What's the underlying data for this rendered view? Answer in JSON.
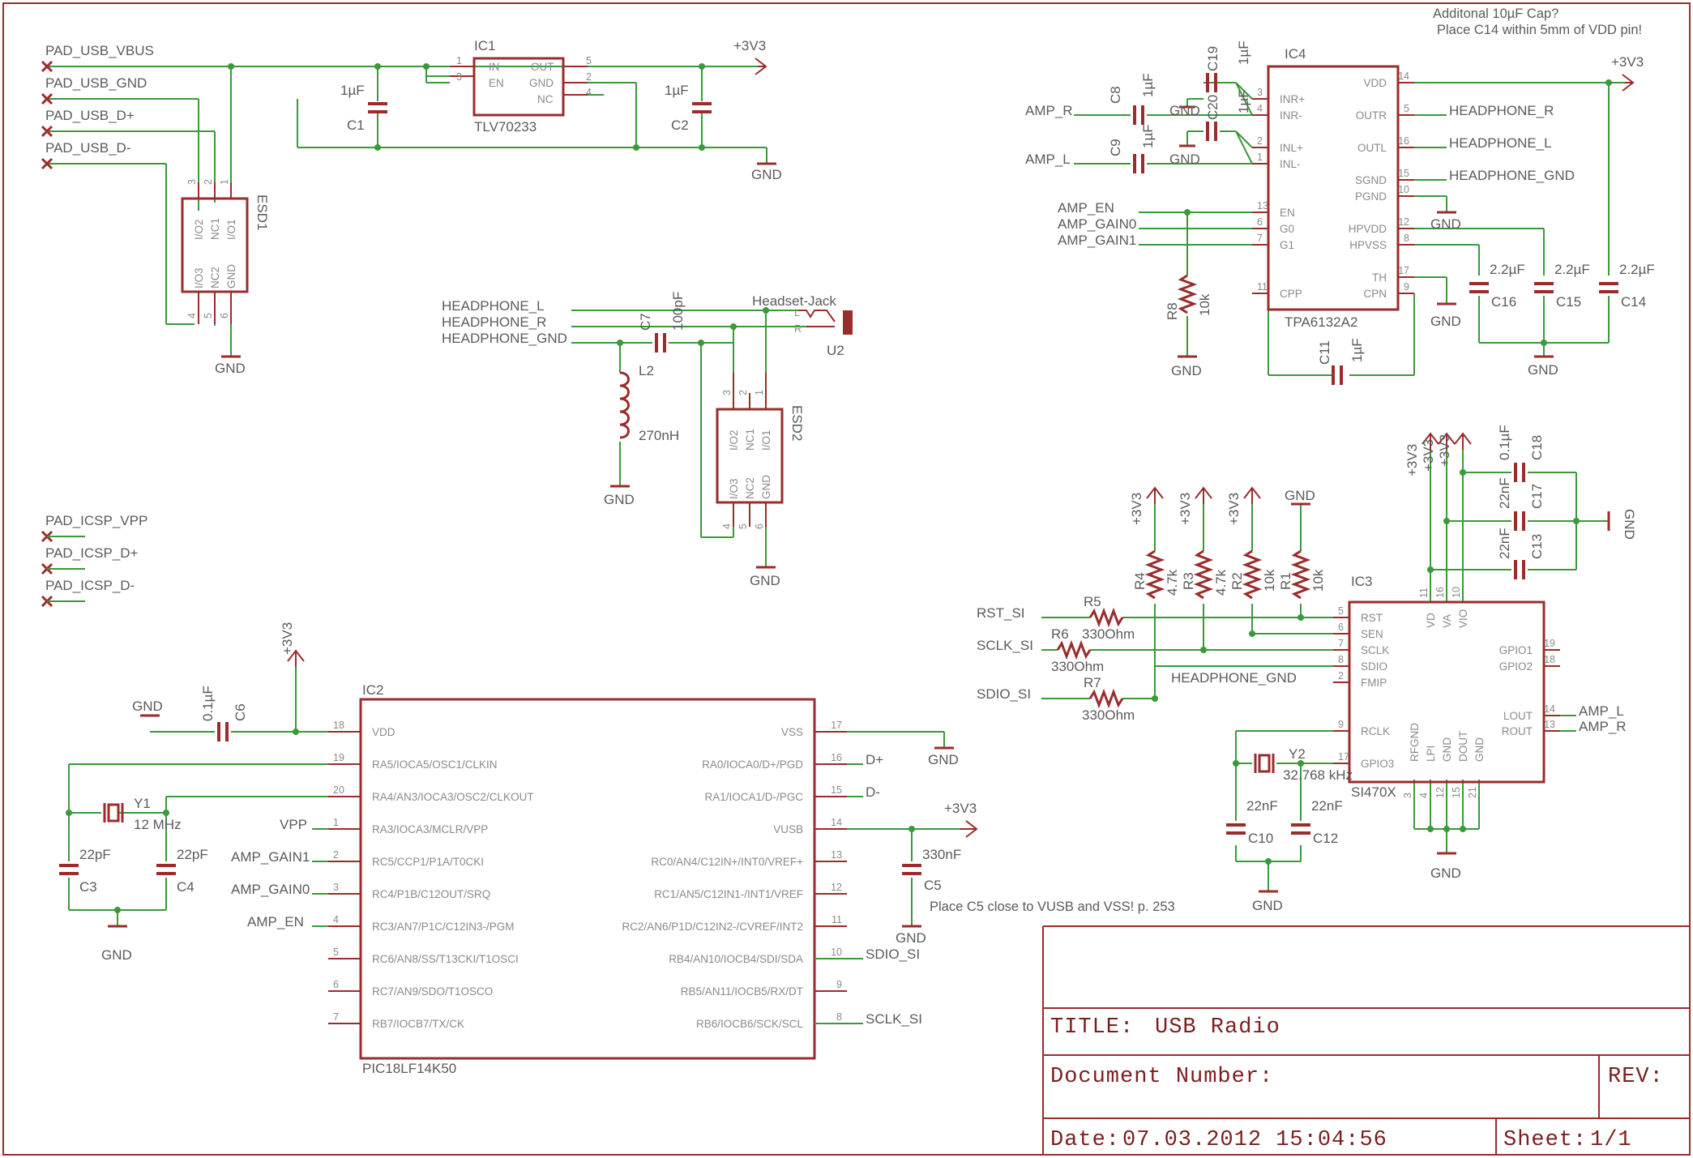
{
  "schematic": {
    "title_label": "TITLE:",
    "title": "USB Radio",
    "document_number_label": "Document Number:",
    "rev_label": "REV:",
    "date_label": "Date:",
    "date": "07.03.2012 15:04:56",
    "sheet_label": "Sheet:",
    "sheet": "1/1"
  },
  "notes": {
    "c14_note_1": "Additonal 10µF Cap?",
    "c14_note_2": "Place C14 within 5mm of VDD pin!",
    "c5_note": "Place C5 close to VUSB and VSS! p. 253"
  },
  "pads": {
    "usb_vbus": "PAD_USB_VBUS",
    "usb_gnd": "PAD_USB_GND",
    "usb_dp": "PAD_USB_D+",
    "usb_dm": "PAD_USB_D-",
    "icsp_vpp": "PAD_ICSP_VPP",
    "icsp_dp": "PAD_ICSP_D+",
    "icsp_dm": "PAD_ICSP_D-"
  },
  "supply": {
    "v33": "+3V3",
    "gnd": "GND"
  },
  "ic1": {
    "name": "IC1",
    "value": "TLV70233",
    "pins_left": [
      "IN",
      "EN"
    ],
    "pins_left_num": [
      "1",
      "3"
    ],
    "pins_right": [
      "OUT",
      "GND",
      "NC"
    ],
    "pins_right_num": [
      "5",
      "2",
      "4"
    ]
  },
  "esd1": {
    "name": "ESD1",
    "pins": [
      "I/O2",
      "NC1",
      "I/O1",
      "I/O3",
      "NC2",
      "GND"
    ],
    "nums": [
      "3",
      "2",
      "1",
      "4",
      "5",
      "6"
    ]
  },
  "esd2": {
    "name": "ESD2",
    "pins": [
      "I/O2",
      "NC1",
      "I/O1",
      "I/O3",
      "NC2",
      "GND"
    ],
    "nums": [
      "3",
      "2",
      "1",
      "4",
      "5",
      "6"
    ]
  },
  "caps": {
    "c1": {
      "name": "C1",
      "value": "1µF"
    },
    "c2": {
      "name": "C2",
      "value": "1µF"
    },
    "c3": {
      "name": "C3",
      "value": "22pF"
    },
    "c4": {
      "name": "C4",
      "value": "22pF"
    },
    "c5": {
      "name": "C5",
      "value": "330nF"
    },
    "c6": {
      "name": "C6",
      "value": "0.1µF"
    },
    "c7": {
      "name": "C7",
      "value": "100pF"
    },
    "c8": {
      "name": "C8",
      "value": "1µF"
    },
    "c9": {
      "name": "C9",
      "value": "1µF"
    },
    "c10": {
      "name": "C10",
      "value": "22nF"
    },
    "c11": {
      "name": "C11",
      "value": "1µF"
    },
    "c12": {
      "name": "C12",
      "value": "22nF"
    },
    "c13": {
      "name": "C13",
      "value": "22nF"
    },
    "c14": {
      "name": "C14",
      "value": "2.2µF"
    },
    "c15": {
      "name": "C15",
      "value": "2.2µF"
    },
    "c16": {
      "name": "C16",
      "value": "2.2µF"
    },
    "c17": {
      "name": "C17",
      "value": "22nF"
    },
    "c18": {
      "name": "C18",
      "value": "0.1µF"
    },
    "c19": {
      "name": "C19",
      "value": "1µF"
    },
    "c20": {
      "name": "C20",
      "value": "1µF"
    }
  },
  "resistors": {
    "r1": {
      "name": "R1",
      "value": "10k"
    },
    "r2": {
      "name": "R2",
      "value": "10k"
    },
    "r3": {
      "name": "R3",
      "value": "4.7k"
    },
    "r4": {
      "name": "R4",
      "value": "4.7k"
    },
    "r5": {
      "name": "R5",
      "value": "330Ohm"
    },
    "r6": {
      "name": "R6",
      "value": "330Ohm"
    },
    "r7": {
      "name": "R7",
      "value": "330Ohm"
    },
    "r8": {
      "name": "R8",
      "value": "10k"
    }
  },
  "l2": {
    "name": "L2",
    "value": "270nH"
  },
  "y1": {
    "name": "Y1",
    "value": "12 MHz"
  },
  "y2": {
    "name": "Y2",
    "value": "32.768 kHz"
  },
  "u2": {
    "name": "U2",
    "value": "Headset-Jack",
    "pin_l": "L",
    "pin_r": "R"
  },
  "nets": {
    "headphone_l": "HEADPHONE_L",
    "headphone_r": "HEADPHONE_R",
    "headphone_gnd": "HEADPHONE_GND",
    "amp_r": "AMP_R",
    "amp_l": "AMP_L",
    "amp_en": "AMP_EN",
    "amp_gain0": "AMP_GAIN0",
    "amp_gain1": "AMP_GAIN1",
    "rst_si": "RST_SI",
    "sclk_si": "SCLK_SI",
    "sdio_si": "SDIO_SI",
    "vpp": "VPP",
    "dp": "D+",
    "dm": "D-"
  },
  "ic4": {
    "name": "IC4",
    "value": "TPA6132A2",
    "left": [
      [
        "INR+",
        "3"
      ],
      [
        "INR-",
        "4"
      ],
      [
        "INL+",
        "2"
      ],
      [
        "INL-",
        "1"
      ],
      [
        "EN",
        "13"
      ],
      [
        "G0",
        "6"
      ],
      [
        "G1",
        "7"
      ],
      [
        "CPP",
        "11"
      ]
    ],
    "right": [
      [
        "VDD",
        "14"
      ],
      [
        "OUTR",
        "5"
      ],
      [
        "OUTL",
        "16"
      ],
      [
        "SGND",
        "15"
      ],
      [
        "PGND",
        "10"
      ],
      [
        "HPVDD",
        "12"
      ],
      [
        "HPVSS",
        "8"
      ],
      [
        "TH",
        "17"
      ],
      [
        "CPN",
        "9"
      ]
    ]
  },
  "ic3": {
    "name": "IC3",
    "value": "SI470X",
    "left": [
      [
        "RST",
        "5"
      ],
      [
        "SEN",
        "6"
      ],
      [
        "SCLK",
        "7"
      ],
      [
        "SDIO",
        "8"
      ],
      [
        "FMIP",
        "2"
      ],
      [
        "RCLK",
        "9"
      ],
      [
        "GPIO3",
        "17"
      ]
    ],
    "right": [
      [
        "GPIO1",
        "19"
      ],
      [
        "GPIO2",
        "18"
      ],
      [
        "LOUT",
        "14"
      ],
      [
        "ROUT",
        "13"
      ]
    ],
    "top": [
      [
        "VD",
        "11"
      ],
      [
        "VA",
        "16"
      ],
      [
        "VIO",
        "10"
      ]
    ],
    "bottom": [
      [
        "RFGND",
        "3"
      ],
      [
        "LPI",
        "4"
      ],
      [
        "GND",
        "12"
      ],
      [
        "DOUT",
        "15"
      ],
      [
        "GND",
        "21"
      ]
    ]
  },
  "ic2": {
    "name": "IC2",
    "value": "PIC18LF14K50",
    "left": [
      [
        "VDD",
        "18"
      ],
      [
        "RA5/IOCA5/OSC1/CLKIN",
        "19"
      ],
      [
        "RA4/AN3/IOCA3/OSC2/CLKOUT",
        "20"
      ],
      [
        "RA3/IOCA3/MCLR/VPP",
        "1"
      ],
      [
        "RC5/CCP1/P1A/T0CKI",
        "2"
      ],
      [
        "RC4/P1B/C12OUT/SRQ",
        "3"
      ],
      [
        "RC3/AN7/P1C/C12IN3-/PGM",
        "4"
      ],
      [
        "RC6/AN8/SS/T13CKI/T1OSCI",
        "5"
      ],
      [
        "RC7/AN9/SDO/T1OSCO",
        "6"
      ],
      [
        "RB7/IOCB7/TX/CK",
        "7"
      ]
    ],
    "right": [
      [
        "VSS",
        "17"
      ],
      [
        "RA0/IOCA0/D+/PGD",
        "16"
      ],
      [
        "RA1/IOCA1/D-/PGC",
        "15"
      ],
      [
        "VUSB",
        "14"
      ],
      [
        "RC0/AN4/C12IN+/INT0/VREF+",
        "13"
      ],
      [
        "RC1/AN5/C12IN1-/INT1/VREF",
        "12"
      ],
      [
        "RC2/AN6/P1D/C12IN2-/CVREF/INT2",
        "11"
      ],
      [
        "RB4/AN10/IOCB4/SDI/SDA",
        "10"
      ],
      [
        "RB5/AN11/IOCB5/RX/DT",
        "9"
      ],
      [
        "RB6/IOCB6/SCK/SCL",
        "8"
      ]
    ]
  },
  "colors": {
    "wire": "#3a9a3a",
    "part": "#9a2c2c",
    "text": "#5a5a5a",
    "frame": "#9a2c2c"
  }
}
